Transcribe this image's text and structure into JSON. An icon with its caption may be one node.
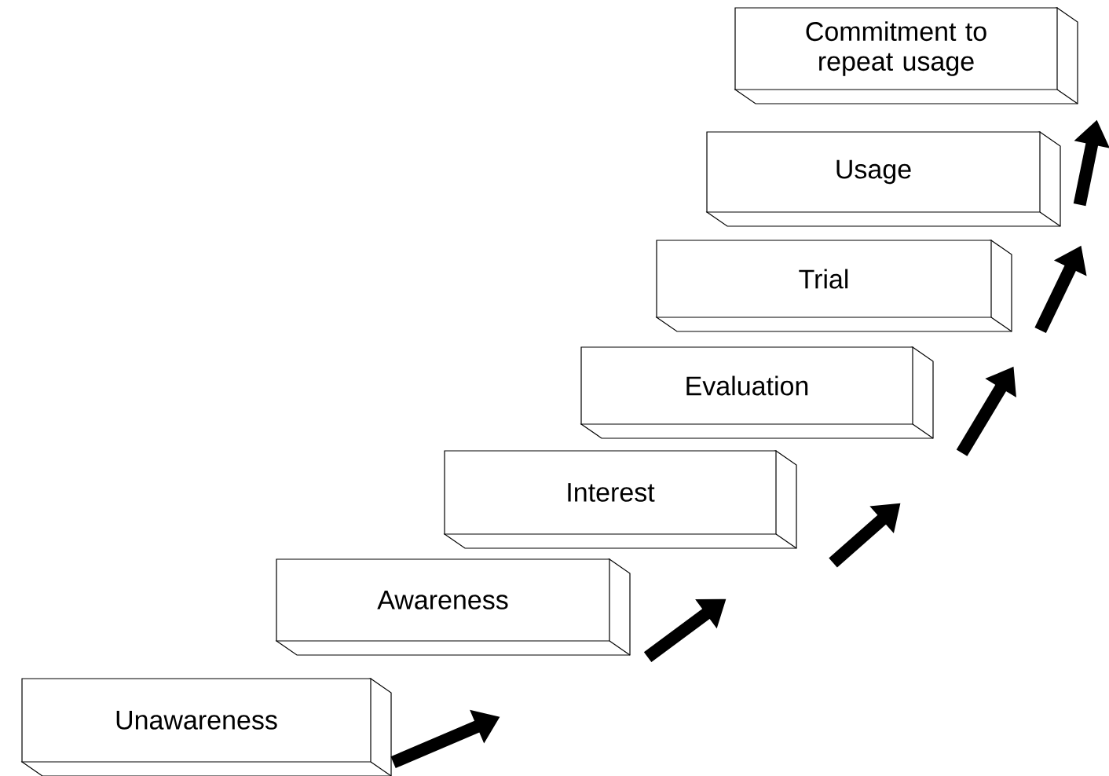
{
  "diagram": {
    "nodes": [
      {
        "text": [
          "Unawareness"
        ]
      },
      {
        "text": [
          "Awareness"
        ]
      },
      {
        "text": [
          "Interest"
        ]
      },
      {
        "text": [
          "Evaluation"
        ]
      },
      {
        "text": [
          "Trial"
        ]
      },
      {
        "text": [
          "Usage"
        ]
      },
      {
        "text": [
          "Commitment to repeat usage"
        ]
      }
    ],
    "edges": [
      {
        "from": 0,
        "to": 1,
        "arrow": "to"
      },
      {
        "from": 1,
        "to": 2,
        "arrow": "to"
      },
      {
        "from": 2,
        "to": 3,
        "arrow": "to"
      },
      {
        "from": 3,
        "to": 4,
        "arrow": "to"
      },
      {
        "from": 4,
        "to": 5,
        "arrow": "to"
      },
      {
        "from": 5,
        "to": 6,
        "arrow": "to"
      }
    ]
  }
}
